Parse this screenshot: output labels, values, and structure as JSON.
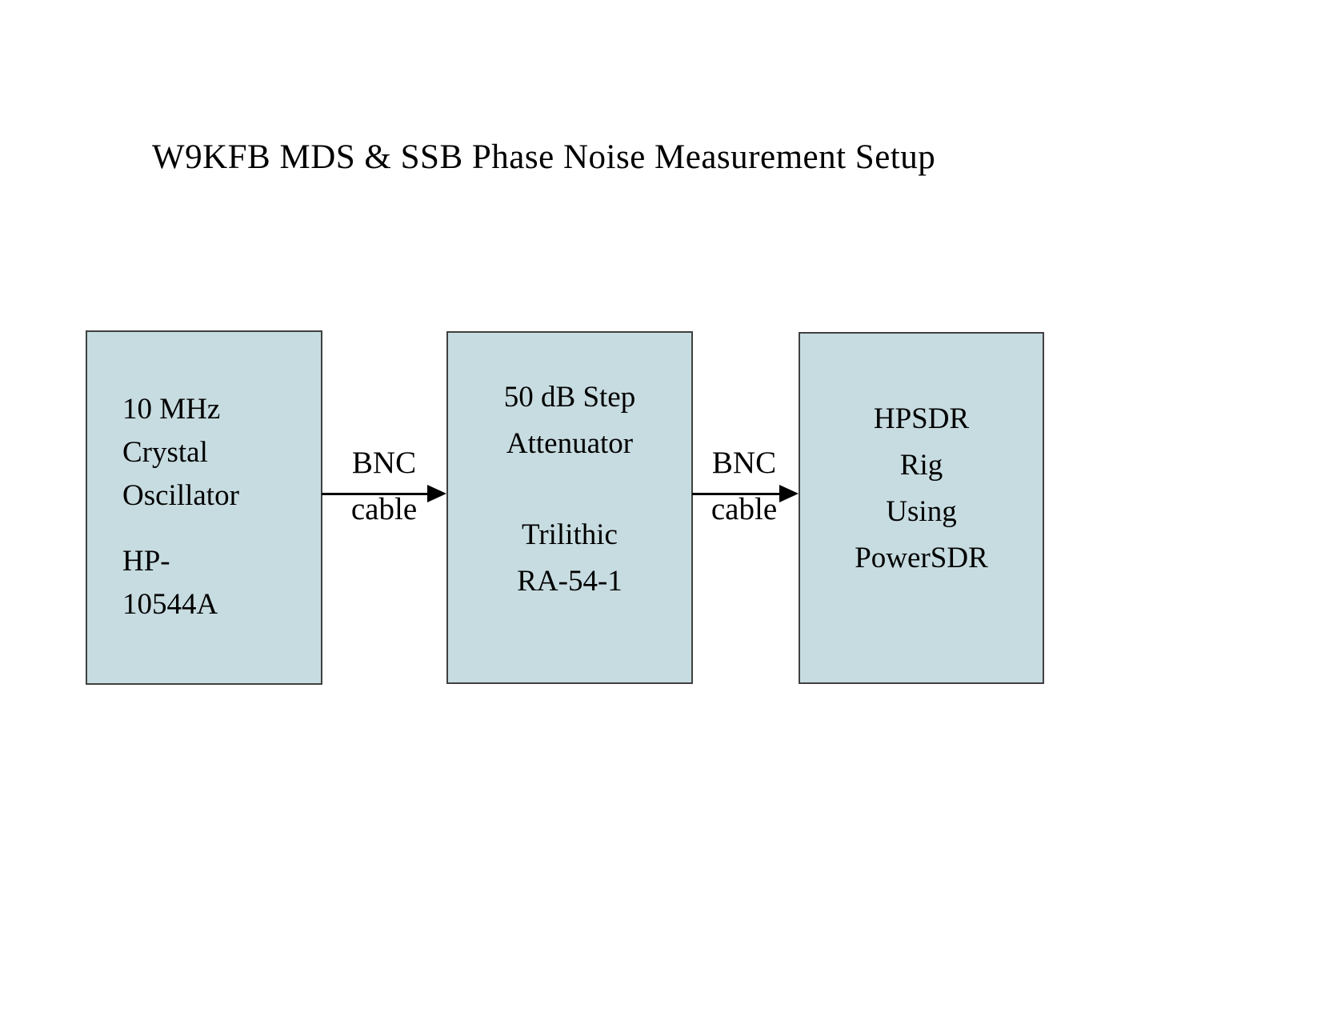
{
  "title": "W9KFB MDS & SSB Phase Noise Measurement Setup",
  "nodes": [
    {
      "name": "crystal-oscillator",
      "lines": [
        "10 MHz",
        "Crystal",
        "Oscillator"
      ],
      "sublines": [
        "HP-",
        "10544A"
      ]
    },
    {
      "name": "step-attenuator",
      "lines": [
        "50 dB Step",
        "Attenuator"
      ],
      "sublines": [
        "Trilithic",
        "RA-54-1"
      ]
    },
    {
      "name": "hpsdr-rig",
      "lines": [
        "HPSDR",
        "Rig",
        "Using",
        "PowerSDR"
      ],
      "sublines": []
    }
  ],
  "connections": [
    {
      "from": "crystal-oscillator",
      "to": "step-attenuator",
      "label": [
        "BNC",
        "cable"
      ]
    },
    {
      "from": "step-attenuator",
      "to": "hpsdr-rig",
      "label": [
        "BNC",
        "cable"
      ]
    }
  ],
  "colors": {
    "box-fill": "#c7dce0",
    "box-border": "#404040",
    "text": "#000000",
    "background": "#ffffff"
  }
}
